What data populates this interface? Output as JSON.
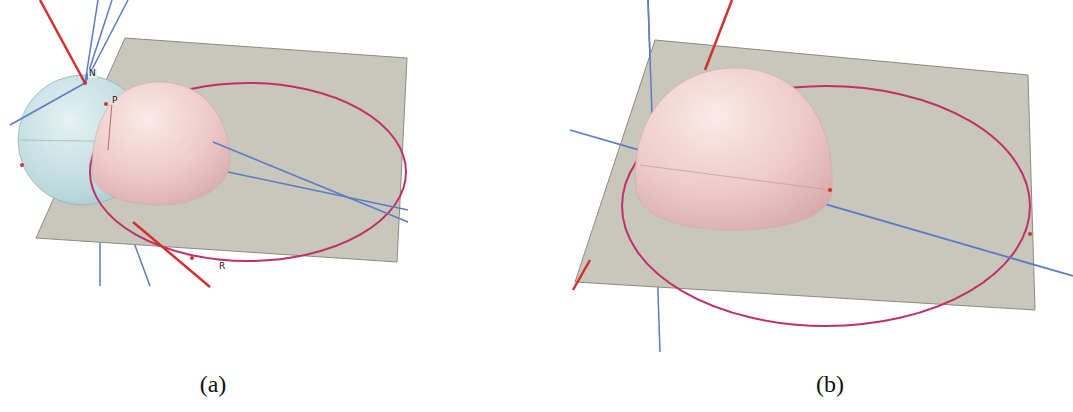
{
  "diagram": {
    "labels": [
      "N",
      "P",
      "R",
      "(a)",
      "(b)"
    ]
  }
}
